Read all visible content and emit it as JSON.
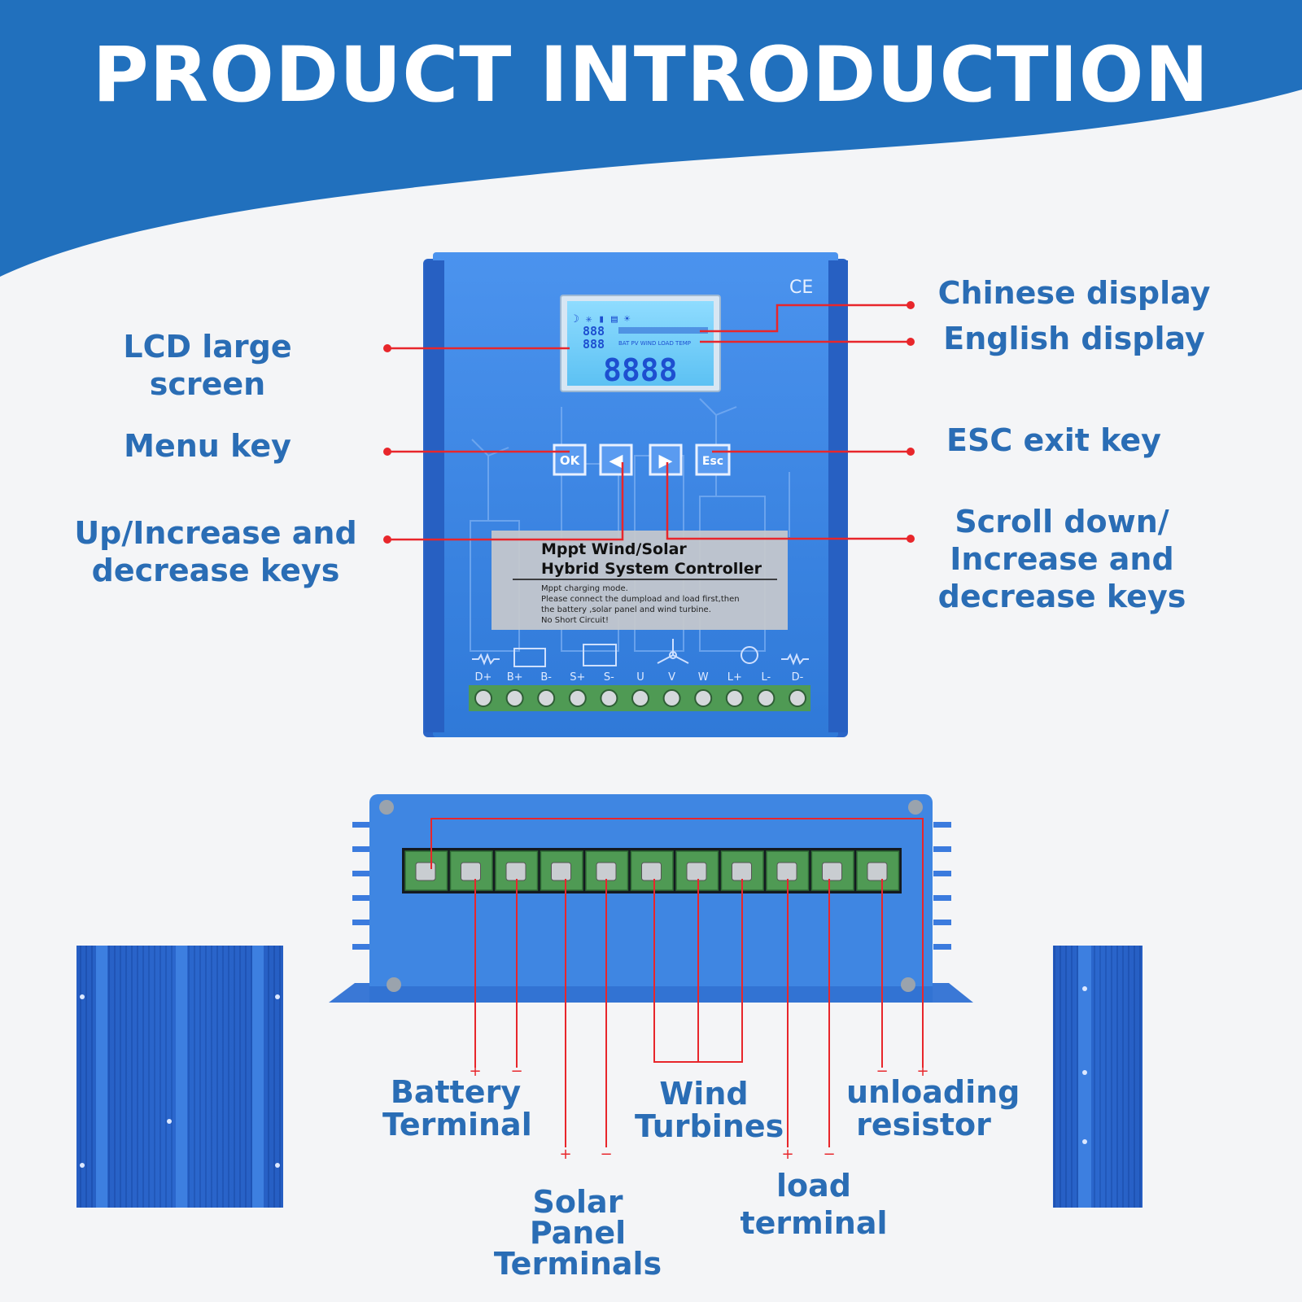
{
  "title": "PRODUCT INTRODUCTION",
  "front_panel": {
    "ce_mark": "CE",
    "lcd_digits": "8888",
    "lcd_small_digits": [
      "888",
      "888"
    ],
    "lcd_english_row": "BAT PV WIND LOAD TEMP",
    "buttons": [
      "OK",
      "◀",
      "▶",
      "Esc"
    ],
    "product_label": {
      "title_line1": "Mppt Wind/Solar",
      "title_line2": "Hybrid System Controller",
      "notes": [
        "Mppt charging mode.",
        "Please connect the dumpload and load first,then",
        "the battery ,solar panel and wind turbine.",
        "No Short Circuit!"
      ]
    },
    "terminal_labels": [
      "D+",
      "B+",
      "B-",
      "S+",
      "S-",
      "U",
      "V",
      "W",
      "L+",
      "L-",
      "D-"
    ]
  },
  "callouts": {
    "lcd": "LCD large screen",
    "menu": "Menu key",
    "up_line1": "Up/Increase and",
    "up_line2": "decrease keys",
    "chinese": "Chinese display",
    "english": "English display",
    "esc": "ESC exit key",
    "scroll_line1": "Scroll down/",
    "scroll_line2": "Increase and",
    "scroll_line3": "decrease keys"
  },
  "terminal_groups": {
    "battery_line1": "Battery",
    "battery_line2": "Terminal",
    "solar_line1": "Solar Panel",
    "solar_line2": "Terminals",
    "wind_line1": "Wind",
    "wind_line2": "Turbines",
    "load": "load terminal",
    "unload_line1": "unloading",
    "unload_line2": "resistor"
  },
  "polarity": {
    "plus": "+",
    "minus": "−"
  },
  "colors": {
    "brand_blue": "#2a6db5",
    "header_blue": "#2170bd",
    "callout_red": "#e8262b",
    "device_blue": "#3f8ae6",
    "terminal_green": "#4f9a54"
  }
}
